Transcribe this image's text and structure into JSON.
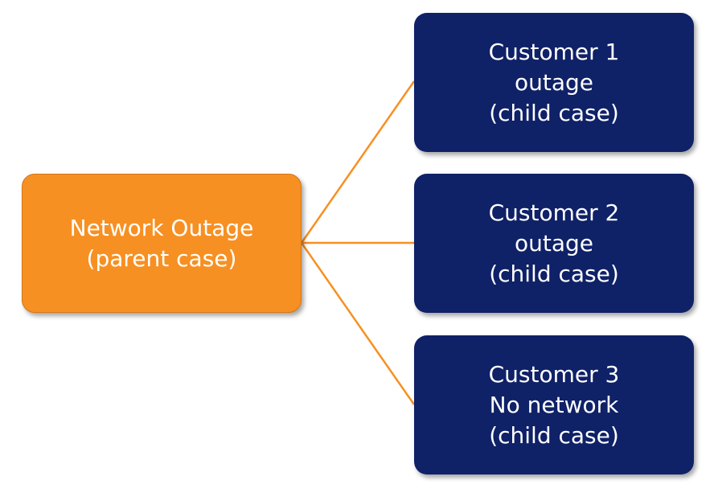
{
  "colors": {
    "parent_fill": "#f79022",
    "child_fill": "#0f2167",
    "connector": "#f79022"
  },
  "parent": {
    "lines": [
      "Network Outage",
      "(parent case)"
    ]
  },
  "children": [
    {
      "lines": [
        "Customer 1",
        "outage",
        "(child case)"
      ]
    },
    {
      "lines": [
        "Customer 2",
        "outage",
        "(child case)"
      ]
    },
    {
      "lines": [
        "Customer 3",
        "No network",
        "(child case)"
      ]
    }
  ]
}
